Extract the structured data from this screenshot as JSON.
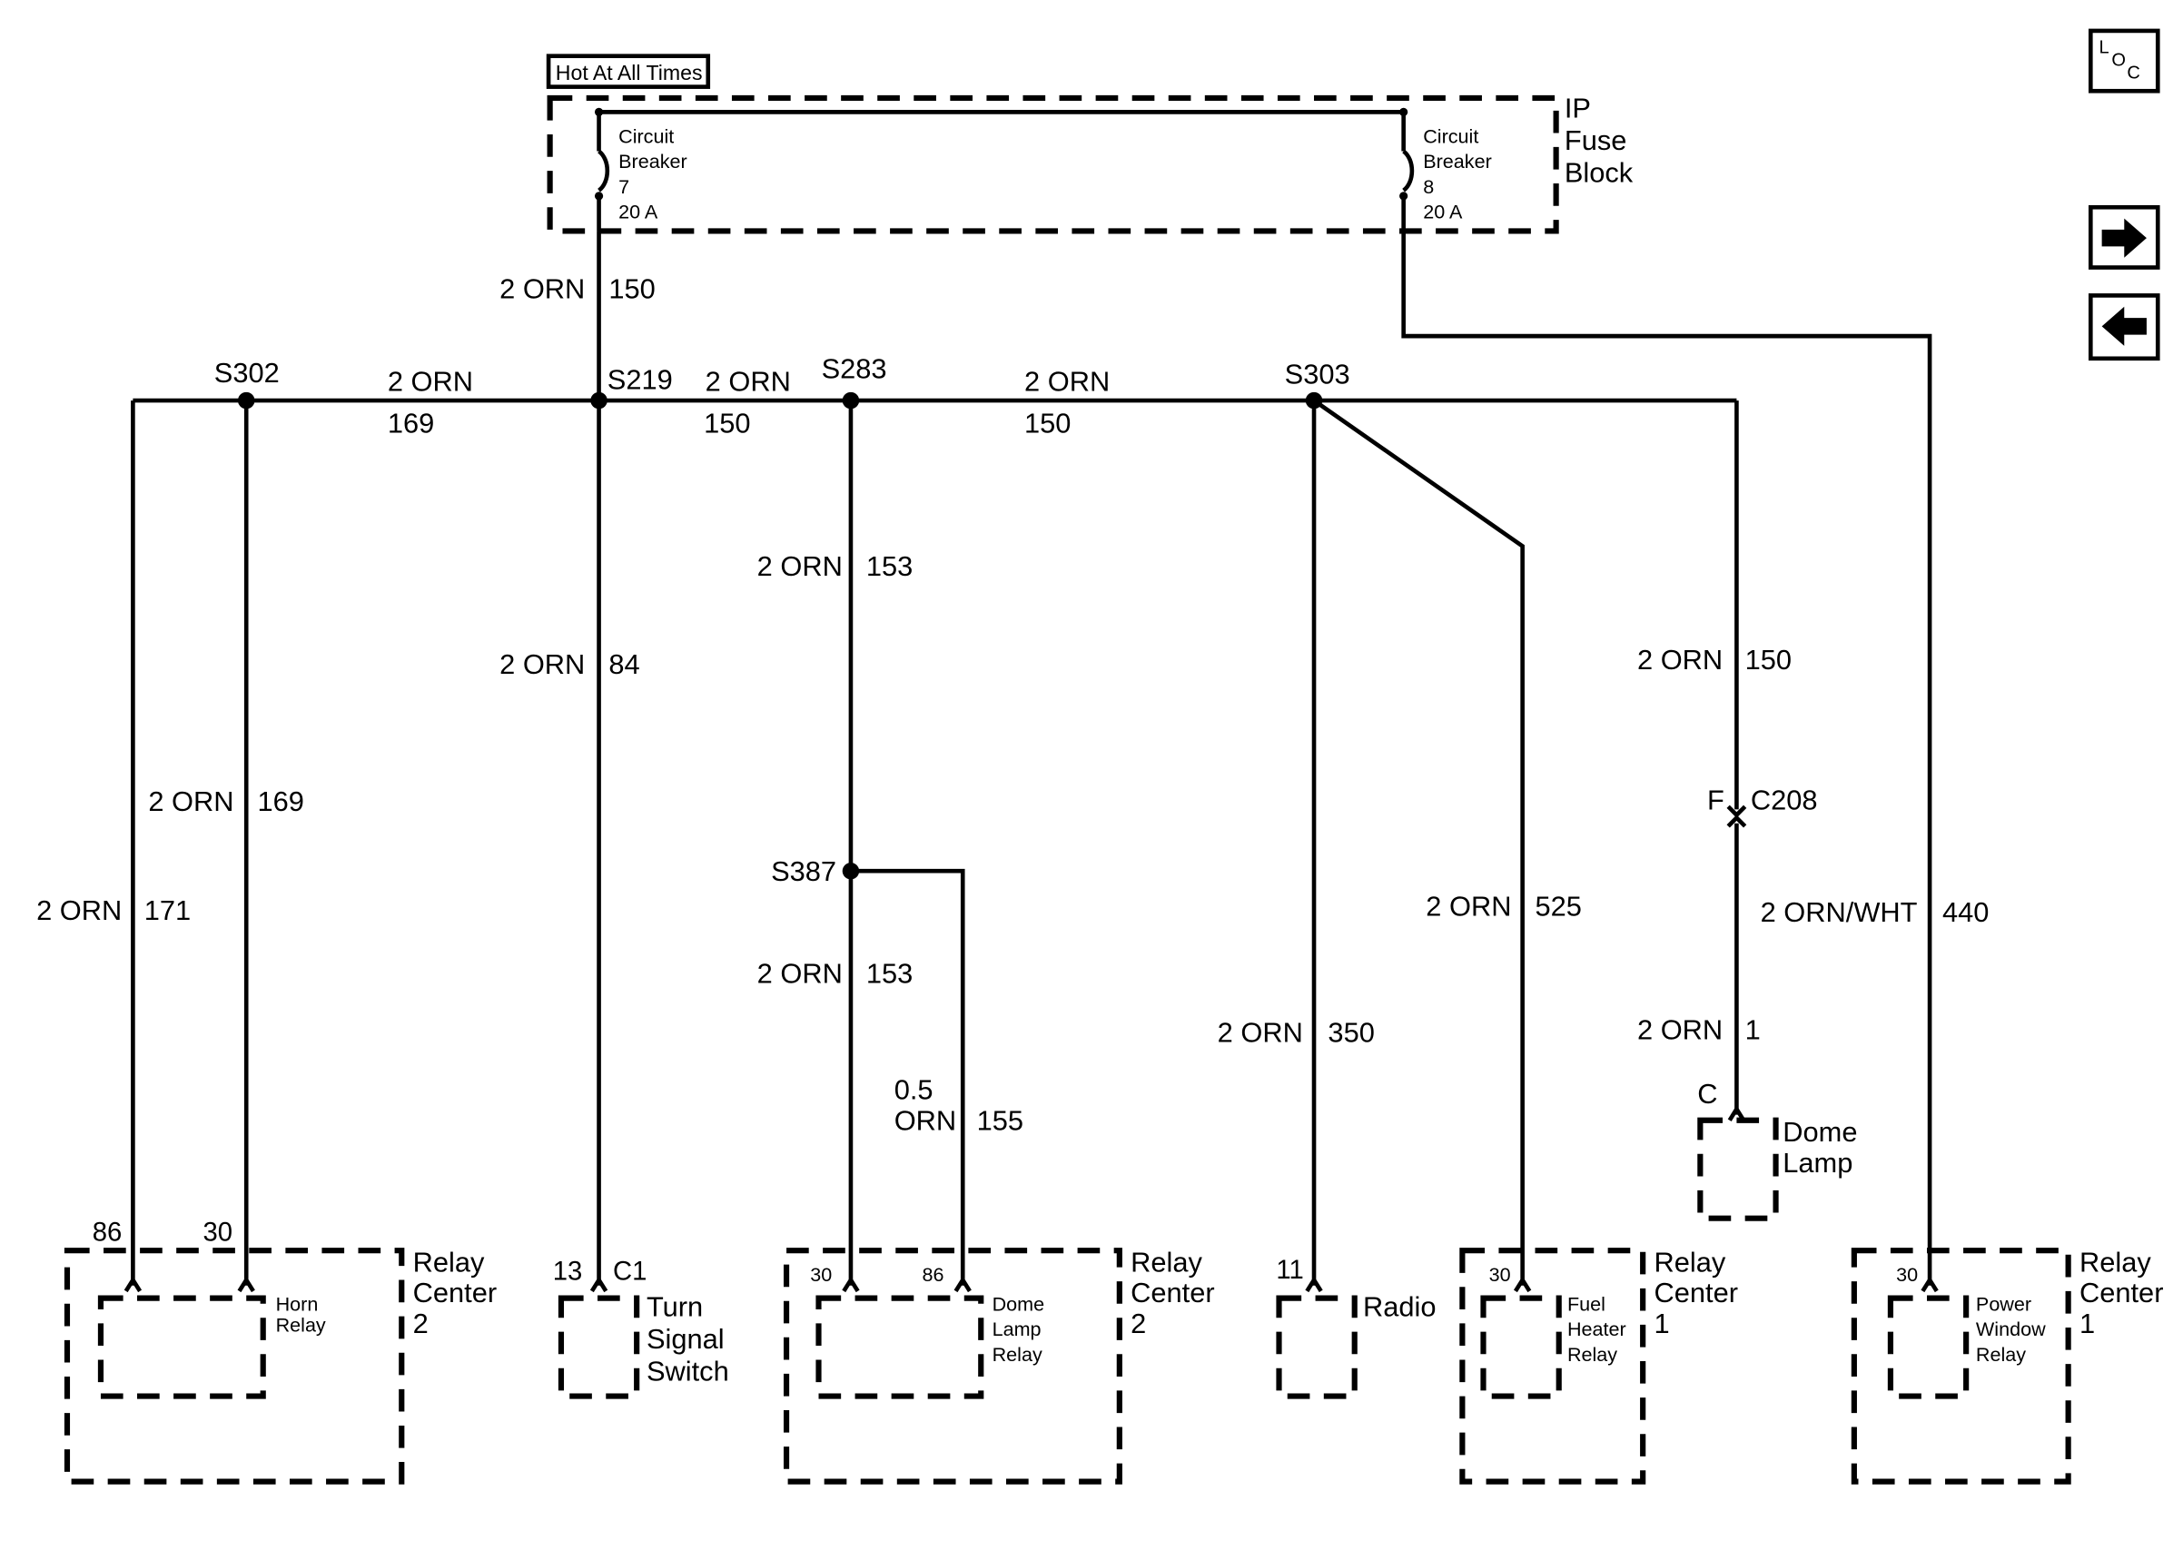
{
  "hot_label": "Hot At All Times",
  "fuse_block": {
    "line1": "IP",
    "line2": "Fuse",
    "line3": "Block"
  },
  "cb7": {
    "l1": "Circuit",
    "l2": "Breaker",
    "l3": "7",
    "l4": "20 A"
  },
  "cb8": {
    "l1": "Circuit",
    "l2": "Breaker",
    "l3": "8",
    "l4": "20 A"
  },
  "nav": {
    "loc_l": "L",
    "loc_o": "O",
    "loc_c": "C",
    "next_glyph": "➡",
    "prev_glyph": "⬅"
  },
  "splices": {
    "s302": "S302",
    "s219": "S219",
    "s283": "S283",
    "s303": "S303",
    "s387": "S387"
  },
  "wires": {
    "w150_top": {
      "gauge": "2 ORN",
      "circuit": "150"
    },
    "w169_h": {
      "gauge": "2 ORN",
      "circuit": "169"
    },
    "w150_a": {
      "gauge": "2 ORN",
      "circuit": "150"
    },
    "w150_b": {
      "gauge": "2 ORN",
      "circuit": "150"
    },
    "w153_a": {
      "gauge": "2 ORN",
      "circuit": "153"
    },
    "w84": {
      "gauge": "2 ORN",
      "circuit": "84"
    },
    "w150_r": {
      "gauge": "2 ORN",
      "circuit": "150"
    },
    "w169_v": {
      "gauge": "2 ORN",
      "circuit": "169"
    },
    "w171": {
      "gauge": "2 ORN",
      "circuit": "171"
    },
    "w153_b": {
      "gauge": "2 ORN",
      "circuit": "153"
    },
    "w155": {
      "gauge_l1": "0.5",
      "gauge_l2": "ORN",
      "circuit": "155"
    },
    "w525": {
      "gauge": "2 ORN",
      "circuit": "525"
    },
    "w440": {
      "gauge": "2 ORN/WHT",
      "circuit": "440"
    },
    "w350": {
      "gauge": "2 ORN",
      "circuit": "350"
    },
    "w1": {
      "gauge": "2 ORN",
      "circuit": "1"
    }
  },
  "connector_c208": {
    "pin": "F",
    "name": "C208"
  },
  "dome_lamp": {
    "pin": "C",
    "l1": "Dome",
    "l2": "Lamp"
  },
  "horn_relay_group": {
    "pin_a": "86",
    "pin_b": "30",
    "relay_l1": "Horn",
    "relay_l2": "Relay",
    "center_l1": "Relay",
    "center_l2": "Center",
    "center_l3": "2"
  },
  "turn_signal": {
    "pin": "13",
    "conn": "C1",
    "l1": "Turn",
    "l2": "Signal",
    "l3": "Switch"
  },
  "dome_relay_group": {
    "pin_a": "30",
    "pin_b": "86",
    "relay_l1": "Dome",
    "relay_l2": "Lamp",
    "relay_l3": "Relay",
    "center_l1": "Relay",
    "center_l2": "Center",
    "center_l3": "2"
  },
  "radio": {
    "pin": "11",
    "label": "Radio"
  },
  "fuel_relay_group": {
    "pin": "30",
    "relay_l1": "Fuel",
    "relay_l2": "Heater",
    "relay_l3": "Relay",
    "center_l1": "Relay",
    "center_l2": "Center",
    "center_l3": "1"
  },
  "window_relay_group": {
    "pin": "30",
    "relay_l1": "Power",
    "relay_l2": "Window",
    "relay_l3": "Relay",
    "center_l1": "Relay",
    "center_l2": "Center",
    "center_l3": "1"
  }
}
